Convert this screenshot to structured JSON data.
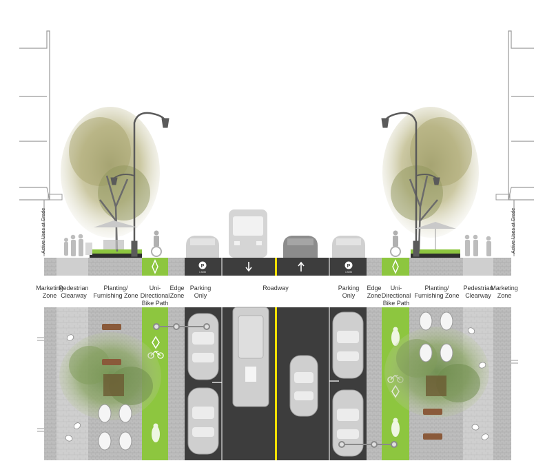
{
  "zones": {
    "left": [
      {
        "id": "marketing",
        "label": "Marketing\nZone"
      },
      {
        "id": "pedestrian",
        "label": "Pedestrian\nClearway"
      },
      {
        "id": "planting",
        "label": "Planting/\nFurnishing Zone"
      },
      {
        "id": "bike",
        "label": "Uni-\nDirectional\nBike Path"
      },
      {
        "id": "edge",
        "label": "Edge\nZone"
      },
      {
        "id": "parking",
        "label": "Parking\nOnly"
      }
    ],
    "center": {
      "id": "roadway",
      "label": "Roadway"
    },
    "right": [
      {
        "id": "parking",
        "label": "Parking\nOnly"
      },
      {
        "id": "edge",
        "label": "Edge\nZone"
      },
      {
        "id": "bike",
        "label": "Uni-\nDirectional\nBike Path"
      },
      {
        "id": "planting",
        "label": "Planting/\nFurnishing Zone"
      },
      {
        "id": "pedestrian",
        "label": "Pedestrian\nClearway"
      },
      {
        "id": "marketing",
        "label": "Marketing\nZone"
      }
    ]
  },
  "section": {
    "active_uses_label": "Active Uses at Grade",
    "parking_sign": "P",
    "parking_sign_sub": "1 hr/hr"
  },
  "colors": {
    "asphalt": "#3d3d3d",
    "bike_lane": "#8dc63f",
    "sidewalk": "#d3d3d3",
    "paver": "#b5b5b5",
    "centerline": "#f2e000",
    "vehicle": "#c8c8c8"
  },
  "icons": [
    "tree",
    "street-lamp",
    "bus",
    "car",
    "bicycle",
    "pedestrian",
    "bench",
    "umbrella",
    "arrow-up",
    "arrow-down"
  ]
}
